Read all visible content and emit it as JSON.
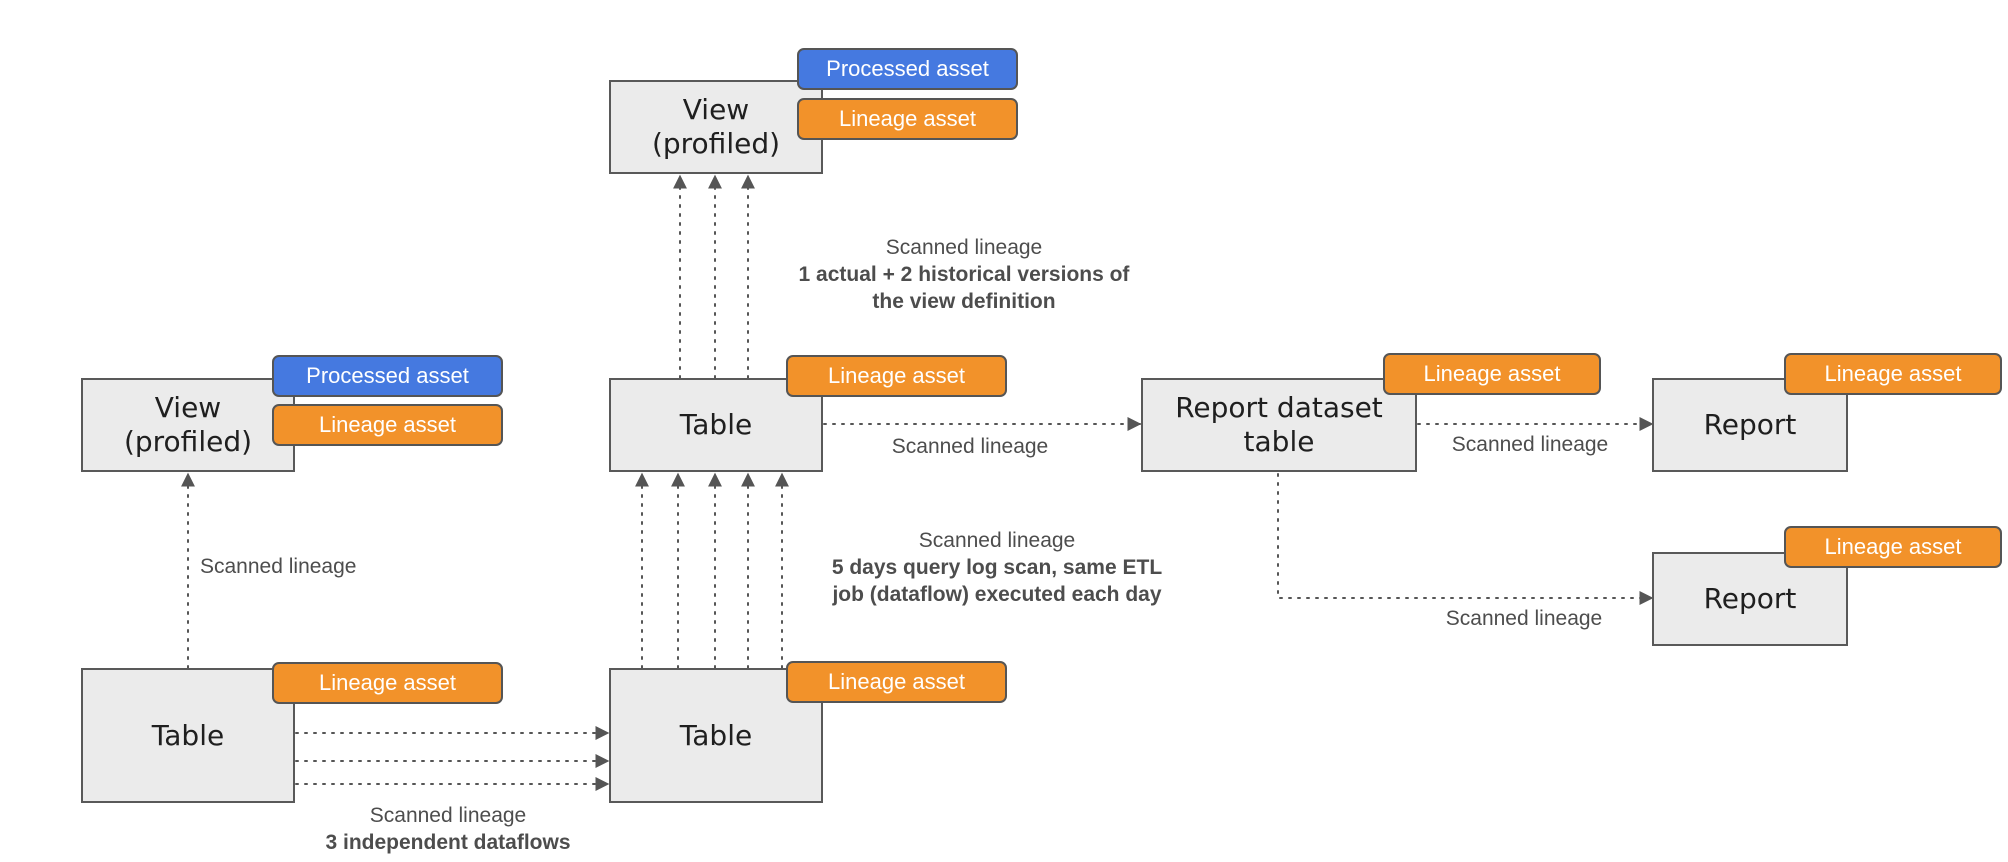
{
  "diagram": {
    "colors": {
      "lineage_badge": "#f2922a",
      "processed_badge": "#4579e0",
      "node_fill": "#ebebeb",
      "border": "#595959",
      "edge": "#555555"
    },
    "badges": {
      "processed": "Processed asset",
      "lineage": "Lineage asset"
    },
    "nodes": {
      "view_top": "View\n(profiled)",
      "view_left": "View\n(profiled)",
      "table_mid": "Table",
      "table_bottom_left": "Table",
      "table_bottom_mid": "Table",
      "report_dataset": "Report dataset\ntable",
      "report_1": "Report",
      "report_2": "Report"
    },
    "edge_labels": {
      "top_vertical": {
        "line1": "Scanned lineage",
        "line2": "1 actual + 2 historical versions of",
        "line3": "the view definition"
      },
      "left_vertical": "Scanned lineage",
      "mid_to_report": "Scanned lineage",
      "report_to_report": "Scanned lineage",
      "report_down": "Scanned lineage",
      "mid_vertical": {
        "line1": "Scanned lineage",
        "line2": "5 days query log scan, same ETL",
        "line3": "job (dataflow) executed each day"
      },
      "bottom_horizontal": {
        "line1": "Scanned lineage",
        "line2": "3 independent dataflows"
      }
    }
  }
}
